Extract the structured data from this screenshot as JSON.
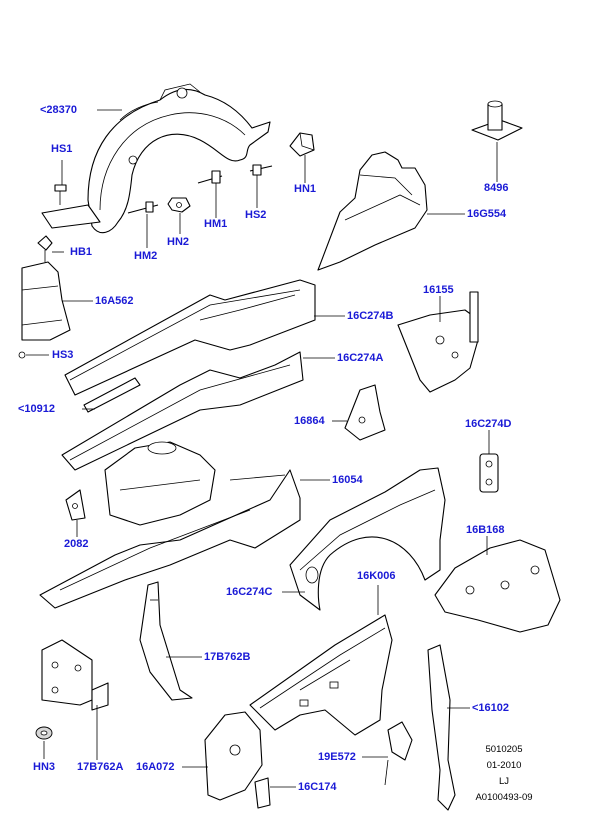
{
  "callouts": [
    {
      "id": "c28370",
      "label": "<28370"
    },
    {
      "id": "cHS1",
      "label": "HS1"
    },
    {
      "id": "cHB1",
      "label": "HB1"
    },
    {
      "id": "cHM2",
      "label": "HM2"
    },
    {
      "id": "cHN2",
      "label": "HN2"
    },
    {
      "id": "cHM1",
      "label": "HM1"
    },
    {
      "id": "cHS2",
      "label": "HS2"
    },
    {
      "id": "cHN1",
      "label": "HN1"
    },
    {
      "id": "c8496",
      "label": "8496"
    },
    {
      "id": "c16G554",
      "label": "16G554"
    },
    {
      "id": "c16A562",
      "label": "16A562"
    },
    {
      "id": "cHS3",
      "label": "HS3"
    },
    {
      "id": "c16C274B",
      "label": "16C274B"
    },
    {
      "id": "c16155",
      "label": "16155"
    },
    {
      "id": "c16C274A",
      "label": "16C274A"
    },
    {
      "id": "c10912",
      "label": "<10912"
    },
    {
      "id": "c16864",
      "label": "16864"
    },
    {
      "id": "c16C274D",
      "label": "16C274D"
    },
    {
      "id": "c16054",
      "label": "16054"
    },
    {
      "id": "c2082",
      "label": "2082"
    },
    {
      "id": "c16B168",
      "label": "16B168"
    },
    {
      "id": "c16K006",
      "label": "16K006"
    },
    {
      "id": "c16C274C",
      "label": "16C274C"
    },
    {
      "id": "c17B762B",
      "label": "17B762B"
    },
    {
      "id": "c16102",
      "label": "<16102"
    },
    {
      "id": "cHN3",
      "label": "HN3"
    },
    {
      "id": "c17B762A",
      "label": "17B762A"
    },
    {
      "id": "c16A072",
      "label": "16A072"
    },
    {
      "id": "c19E572",
      "label": "19E572"
    },
    {
      "id": "c16C174",
      "label": "16C174"
    }
  ],
  "reference": {
    "line1": "5010205",
    "line2": "01-2010",
    "line3": "LJ",
    "line4": "A0100493-09"
  }
}
